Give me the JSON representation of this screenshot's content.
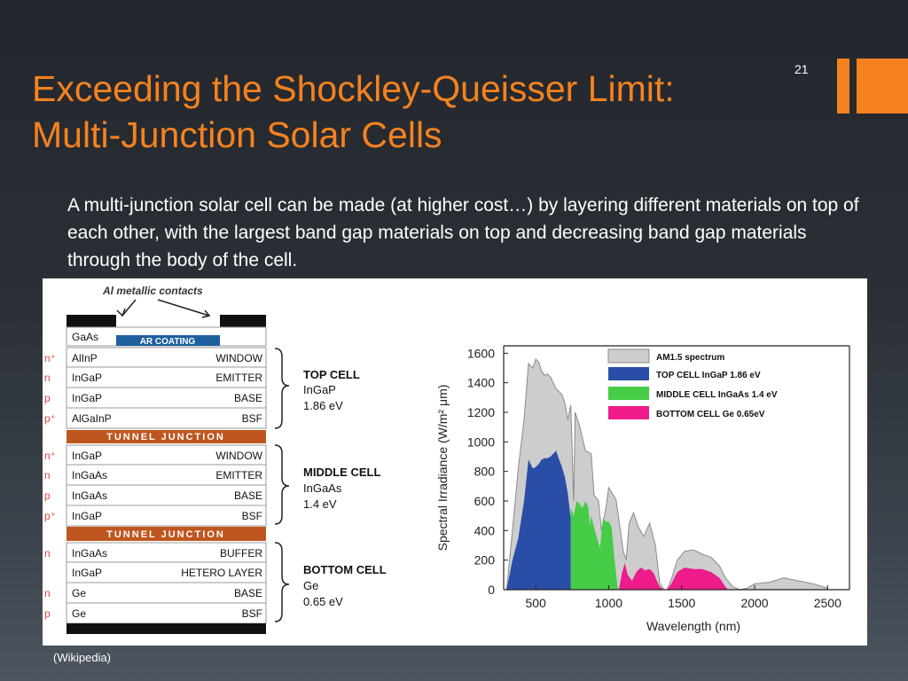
{
  "slide": {
    "title_line1": "Exceeding the Shockley-Queisser Limit:",
    "title_line2": "Multi-Junction Solar Cells",
    "number": "21",
    "body": "A multi-junction solar cell can be made (at higher cost…) by layering different materials on top of each other, with the largest band gap materials on top and decreasing band gap materials through the body of the cell.",
    "caption": "(Wikipedia)",
    "accent_color": "#f5821f"
  },
  "stack": {
    "contacts_label": "Al metallic contacts",
    "top_layer": "GaAs",
    "ar_coating": "AR COATING",
    "tunnel1": "TUNNEL JUNCTION",
    "tunnel2": "TUNNEL JUNCTION",
    "layers": [
      {
        "dope": "n⁺",
        "mat": "AlInP",
        "role": "WINDOW"
      },
      {
        "dope": "n",
        "mat": "InGaP",
        "role": "EMITTER"
      },
      {
        "dope": "p",
        "mat": "InGaP",
        "role": "BASE"
      },
      {
        "dope": "p⁺",
        "mat": "AlGaInP",
        "role": "BSF"
      },
      {
        "dope": "n⁺",
        "mat": "InGaP",
        "role": "WINDOW"
      },
      {
        "dope": "n",
        "mat": "InGaAs",
        "role": "EMITTER"
      },
      {
        "dope": "p",
        "mat": "InGaAs",
        "role": "BASE"
      },
      {
        "dope": "p⁺",
        "mat": "InGaP",
        "role": "BSF"
      },
      {
        "dope": "n",
        "mat": "InGaAs",
        "role": "BUFFER"
      },
      {
        "dope": "",
        "mat": "InGaP",
        "role": "HETERO LAYER"
      },
      {
        "dope": "n",
        "mat": "Ge",
        "role": "BASE"
      },
      {
        "dope": "p",
        "mat": "Ge",
        "role": "BSF"
      }
    ],
    "cells": [
      {
        "name": "TOP CELL",
        "material": "InGaP",
        "gap": "1.86 eV"
      },
      {
        "name": "MIDDLE CELL",
        "material": "InGaAs",
        "gap": "1.4 eV"
      },
      {
        "name": "BOTTOM CELL",
        "material": "Ge",
        "gap": "0.65 eV"
      }
    ],
    "colors": {
      "ar": "#1f5fa0",
      "tunnel": "#c0561f",
      "dope": "#e0443a"
    }
  },
  "chart_data": {
    "type": "area",
    "xlabel": "Wavelength (nm)",
    "ylabel": "Spectral Irradiance (W/m² μm)",
    "xlim": [
      280,
      2650
    ],
    "ylim": [
      0,
      1650
    ],
    "xticks": [
      500,
      1000,
      1500,
      2000,
      2500
    ],
    "yticks": [
      0,
      200,
      400,
      600,
      800,
      1000,
      1200,
      1400,
      1600
    ],
    "legend_position": "top-right",
    "series": [
      {
        "name": "AM1.5 spectrum",
        "color": "#cdcdcd",
        "x": [
          300,
          340,
          380,
          420,
          450,
          480,
          500,
          520,
          540,
          560,
          580,
          600,
          620,
          640,
          660,
          680,
          700,
          720,
          740,
          760,
          770,
          800,
          840,
          880,
          900,
          930,
          950,
          980,
          1000,
          1050,
          1100,
          1120,
          1140,
          1170,
          1200,
          1240,
          1280,
          1320,
          1350,
          1380,
          1400,
          1430,
          1470,
          1520,
          1580,
          1640,
          1700,
          1760,
          1800,
          1850,
          1900,
          1950,
          2000,
          2100,
          2200,
          2300,
          2400,
          2500
        ],
        "y": [
          0,
          400,
          820,
          1150,
          1530,
          1500,
          1560,
          1540,
          1480,
          1450,
          1460,
          1440,
          1400,
          1360,
          1340,
          1320,
          1260,
          1150,
          1250,
          600,
          1200,
          1110,
          940,
          920,
          640,
          600,
          400,
          550,
          690,
          610,
          260,
          200,
          450,
          520,
          430,
          360,
          450,
          300,
          40,
          0,
          0,
          70,
          200,
          260,
          270,
          240,
          220,
          160,
          80,
          20,
          0,
          10,
          40,
          50,
          80,
          60,
          40,
          10
        ]
      },
      {
        "name": "TOP CELL InGaP 1.86 eV",
        "color": "#2a4ea8",
        "x": [
          300,
          340,
          380,
          420,
          450,
          480,
          500,
          520,
          540,
          560,
          580,
          600,
          620,
          640,
          660,
          680,
          700,
          720,
          740,
          740
        ],
        "y": [
          0,
          200,
          350,
          600,
          880,
          820,
          830,
          850,
          880,
          890,
          890,
          900,
          920,
          940,
          880,
          830,
          760,
          650,
          480,
          0
        ]
      },
      {
        "name": "MIDDLE CELL InGaAs 1.4 eV",
        "color": "#46cc46",
        "x": [
          740,
          760,
          780,
          800,
          820,
          840,
          860,
          870,
          880,
          900,
          920,
          940,
          960,
          980,
          1000,
          1020,
          1040,
          1060,
          1070
        ],
        "y": [
          550,
          500,
          600,
          580,
          550,
          600,
          560,
          430,
          500,
          420,
          350,
          280,
          480,
          460,
          460,
          420,
          200,
          20,
          0
        ]
      },
      {
        "name": "BOTTOM CELL Ge 0.65eV",
        "color": "#ee1b8a",
        "x": [
          1070,
          1090,
          1110,
          1130,
          1160,
          1190,
          1220,
          1250,
          1280,
          1310,
          1330,
          1350,
          1380,
          1400,
          1430,
          1470,
          1520,
          1580,
          1640,
          1700,
          1760,
          1800,
          1820
        ],
        "y": [
          0,
          110,
          180,
          100,
          60,
          120,
          150,
          130,
          140,
          110,
          60,
          20,
          0,
          0,
          40,
          120,
          150,
          140,
          140,
          120,
          80,
          20,
          0
        ]
      }
    ]
  }
}
